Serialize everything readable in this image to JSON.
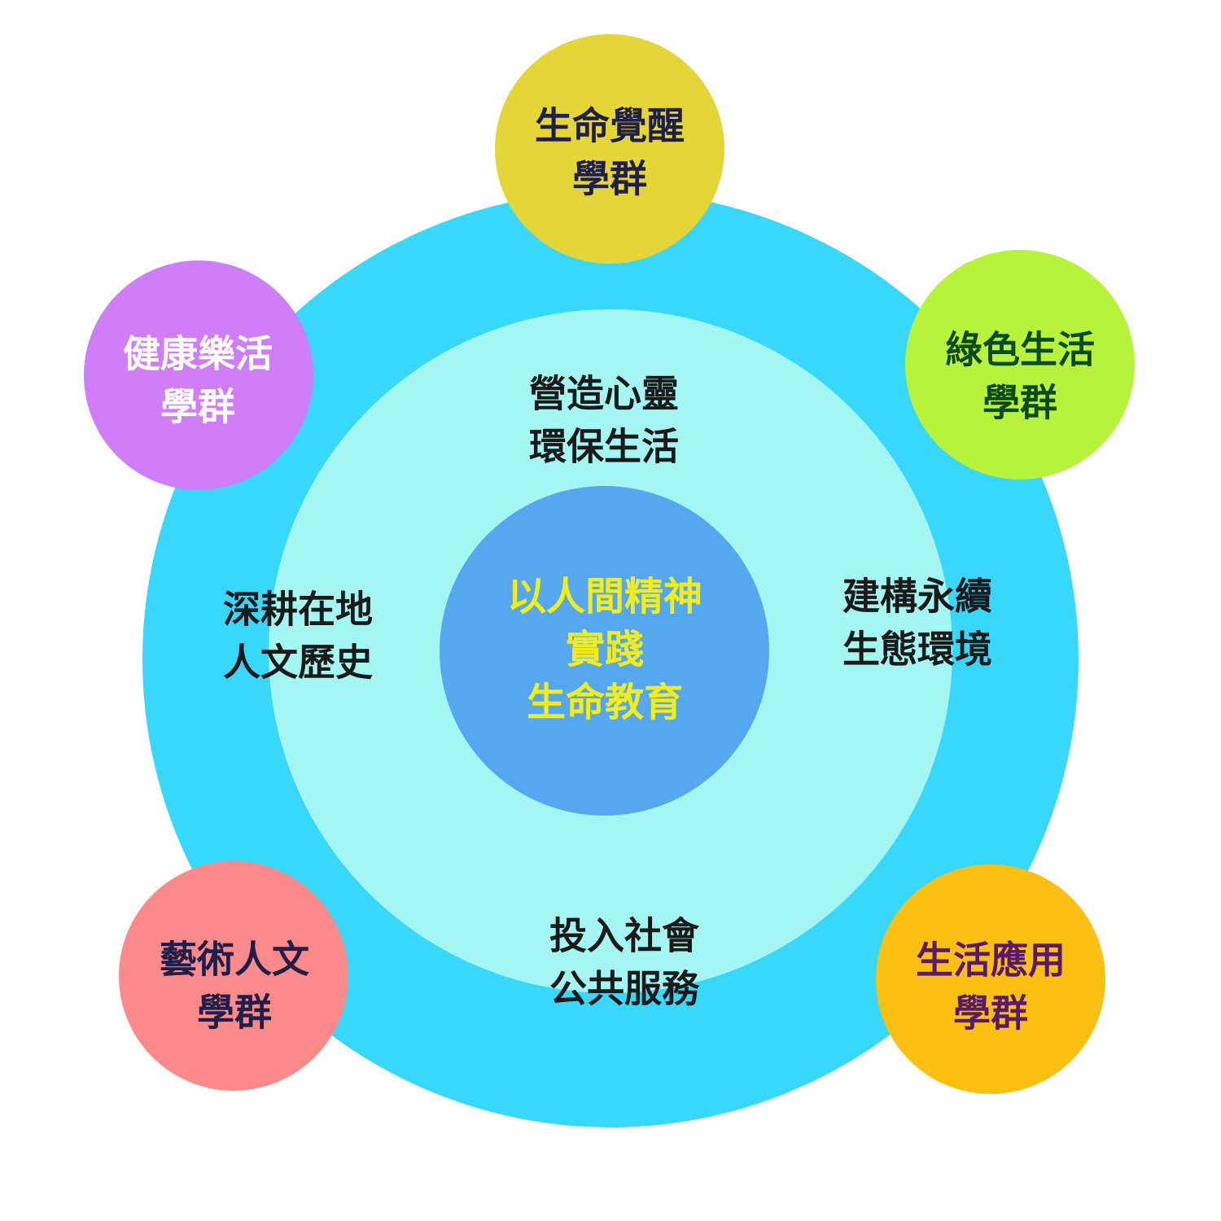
{
  "colors": {
    "outer_ring": "#38d8fc",
    "middle_ring": "#a3f6f1",
    "core": "#55a8ef",
    "core_text": "#f2ec1a",
    "ring_text": "#1a1a1a"
  },
  "center": {
    "lines": [
      "以人間精神",
      "實踐",
      "生命教育"
    ]
  },
  "themes": {
    "top": [
      "營造心靈",
      "環保生活"
    ],
    "left": [
      "深耕在地",
      "人文歷史"
    ],
    "right": [
      "建構永續",
      "生態環境"
    ],
    "bottom": [
      "投入社會",
      "公共服務"
    ]
  },
  "groups": {
    "top": {
      "lines": [
        "生命覺醒",
        "學群"
      ],
      "fill": "#e4d636",
      "text": "#1f1f4a"
    },
    "right": {
      "lines": [
        "綠色生活",
        "學群"
      ],
      "fill": "#b7f33b",
      "text": "#0d4a1e"
    },
    "left": {
      "lines": [
        "健康樂活",
        "學群"
      ],
      "fill": "#cf7df9",
      "text": "#ffffff"
    },
    "bottom_left": {
      "lines": [
        "藝術人文",
        "學群"
      ],
      "fill": "#fc8a8a",
      "text": "#1f1f4a"
    },
    "bottom_right": {
      "lines": [
        "生活應用",
        "學群"
      ],
      "fill": "#fbc012",
      "text": "#5a1a6a"
    }
  }
}
